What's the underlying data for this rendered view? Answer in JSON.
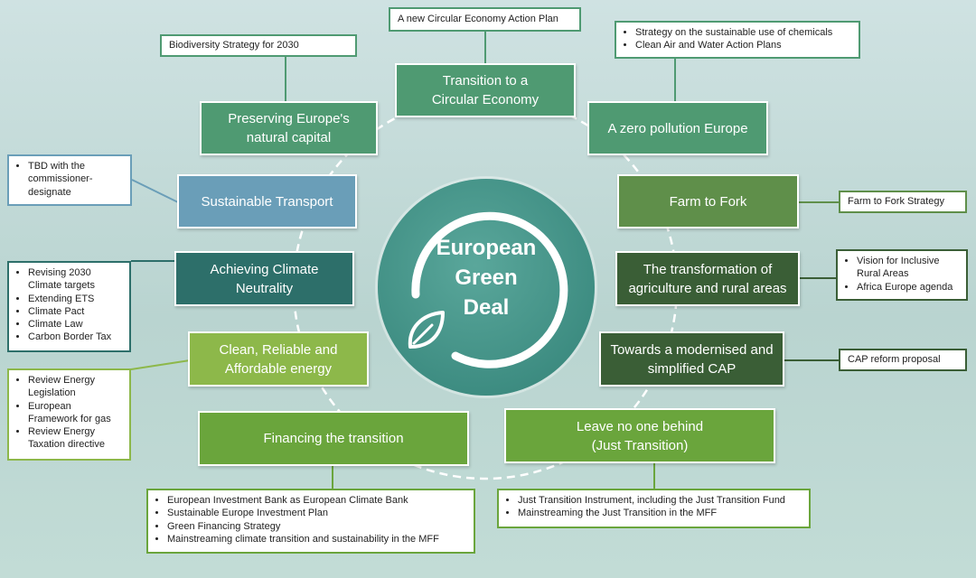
{
  "center": {
    "title": "European\nGreen\nDeal"
  },
  "themes": {
    "circular_economy": {
      "label": "Transition to a\nCircular Economy",
      "color": "#4f9a72"
    },
    "natural_capital": {
      "label": "Preserving Europe's\nnatural capital",
      "color": "#4f9a72"
    },
    "zero_pollution": {
      "label": "A zero pollution Europe",
      "color": "#4f9a72"
    },
    "sustainable_transport": {
      "label": "Sustainable Transport",
      "color": "#6a9eb8"
    },
    "farm_to_fork": {
      "label": "Farm to Fork",
      "color": "#5f8f4a"
    },
    "climate_neutrality": {
      "label": "Achieving Climate\nNeutrality",
      "color": "#2d6f6a"
    },
    "agriculture_transformation": {
      "label": "The transformation of\nagriculture and rural areas",
      "color": "#3a5e36"
    },
    "clean_energy": {
      "label": "Clean, Reliable and\nAffordable energy",
      "color": "#8db84a"
    },
    "modernised_cap": {
      "label": "Towards a modernised and\nsimplified CAP",
      "color": "#3a5e36"
    },
    "financing": {
      "label": "Financing the transition",
      "color": "#6aa53c"
    },
    "just_transition": {
      "label": "Leave no one behind\n(Just Transition)",
      "color": "#6aa53c"
    }
  },
  "notes": {
    "circular_economy": {
      "text": "A new Circular Economy Action Plan",
      "border": "#4f9a72"
    },
    "biodiversity": {
      "text": "Biodiversity Strategy for 2030",
      "border": "#4f9a72"
    },
    "zero_pollution": {
      "items": [
        "Strategy on the sustainable use of chemicals",
        "Clean Air and Water Action Plans"
      ],
      "border": "#4f9a72"
    },
    "transport": {
      "items": [
        "TBD with the\ncommissioner-\ndesignate"
      ],
      "border": "#6a9eb8"
    },
    "farm_to_fork": {
      "text": "Farm to Fork Strategy",
      "border": "#5f8f4a"
    },
    "climate": {
      "items": [
        "Revising 2030\nClimate targets",
        "Extending ETS",
        "Climate Pact",
        "Climate Law",
        "Carbon Border Tax"
      ],
      "border": "#2d6f6a"
    },
    "rural": {
      "items": [
        "Vision for Inclusive\nRural Areas",
        "Africa Europe agenda"
      ],
      "border": "#3a5e36"
    },
    "energy": {
      "items": [
        "Review Energy\nLegislation",
        "European\nFramework for gas",
        "Review Energy\nTaxation directive"
      ],
      "border": "#8db84a"
    },
    "cap": {
      "text": "CAP reform proposal",
      "border": "#3a5e36"
    },
    "financing": {
      "items": [
        "European Investment Bank as European Climate Bank",
        "Sustainable Europe Investment Plan",
        "Green Financing Strategy",
        "Mainstreaming climate transition and sustainability in the MFF"
      ],
      "border": "#6aa53c"
    },
    "just_transition": {
      "items": [
        "Just Transition Instrument, including the Just Transition Fund",
        "Mainstreaming the Just Transition in the MFF"
      ],
      "border": "#6aa53c"
    }
  }
}
